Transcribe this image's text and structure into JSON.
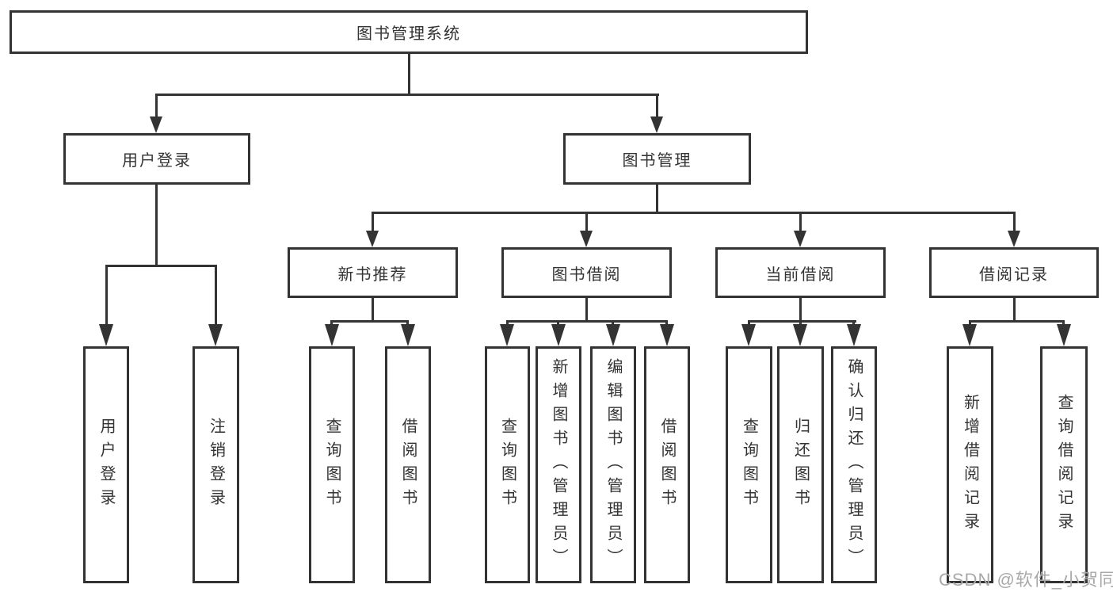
{
  "diagram": {
    "root": {
      "label": "图书管理系统"
    },
    "user_login": {
      "label": "用户登录",
      "children": {
        "login": {
          "label": "用户登录"
        },
        "logout": {
          "label": "注销登录"
        }
      }
    },
    "book_management": {
      "label": "图书管理",
      "children": {
        "new_books": {
          "label": "新书推荐",
          "children": {
            "query_books": {
              "label": "查询图书"
            },
            "borrow_books": {
              "label": "借阅图书"
            }
          }
        },
        "book_borrowing": {
          "label": "图书借阅",
          "children": {
            "query_books": {
              "label": "查询图书"
            },
            "add_books": {
              "label": "新增图书（管理员）"
            },
            "edit_books": {
              "label": "编辑图书（管理员）"
            },
            "borrow_books": {
              "label": "借阅图书"
            }
          }
        },
        "current_borrowing": {
          "label": "当前借阅",
          "children": {
            "query_books": {
              "label": "查询图书"
            },
            "return_books": {
              "label": "归还图书"
            },
            "confirm_return": {
              "label": "确认归还（管理员）"
            }
          }
        },
        "borrowing_records": {
          "label": "借阅记录",
          "children": {
            "add_record": {
              "label": "新增借阅记录"
            },
            "query_record": {
              "label": "查询借阅记录"
            }
          }
        }
      }
    }
  },
  "watermark": {
    "text": "CSDN @软件_小贺同学"
  },
  "colors": {
    "line": "#333333",
    "text": "#333333",
    "background": "#ffffff",
    "watermark": "#a9a9a9"
  }
}
